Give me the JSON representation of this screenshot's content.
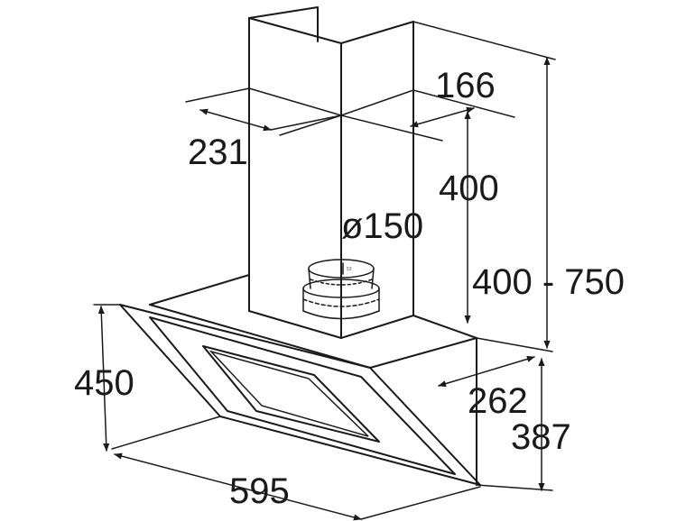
{
  "dimensions": {
    "chimney_width": "231",
    "chimney_depth": "166",
    "chimney_height": "400",
    "total_height_range": "400 - 750",
    "duct_diameter": "ø150",
    "hood_height": "450",
    "hood_depth": "262",
    "hood_back_height": "387",
    "hood_width": "595"
  }
}
